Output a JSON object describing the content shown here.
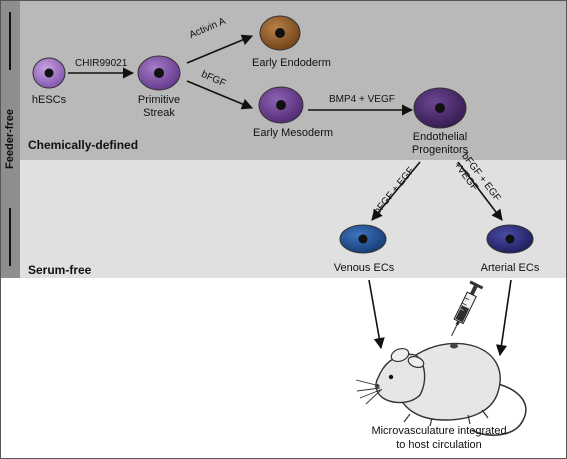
{
  "side_label": "Feeder-free",
  "regions": {
    "chemically_defined": "Chemically-defined",
    "serum_free": "Serum-free"
  },
  "cells": {
    "hescs": "hESCs",
    "primitive_streak_l1": "Primitive",
    "primitive_streak_l2": "Streak",
    "early_endoderm": "Early Endoderm",
    "early_mesoderm": "Early Mesoderm",
    "endothelial_l1": "Endothelial",
    "endothelial_l2": "Progenitors",
    "venous": "Venous ECs",
    "arterial": "Arterial ECs"
  },
  "factors": {
    "chir": "CHIR99021",
    "activin": "Activin A",
    "bfgf": "bFGF",
    "bmp4_vegf": "BMP4 + VEGF",
    "venous_factors": "bFGF + EGF",
    "arterial_factors_l1": "bFGF + EGF",
    "arterial_factors_l2": "+VEGF"
  },
  "outcome": {
    "line1": "Microvasculature integrated",
    "line2": "to host circulation"
  },
  "colors": {
    "top_bg": "#b9b9b9",
    "mid_bg": "#e0e0e0",
    "sidebar": "#8e8e8e",
    "hesc": "#9d6cc4",
    "primitive": "#7e4fa5",
    "endoderm": "#8f5a24",
    "mesoderm": "#6a3d91",
    "endothelial": "#4f2c70",
    "venous": "#1f4f96",
    "arterial": "#2a2b7a"
  }
}
